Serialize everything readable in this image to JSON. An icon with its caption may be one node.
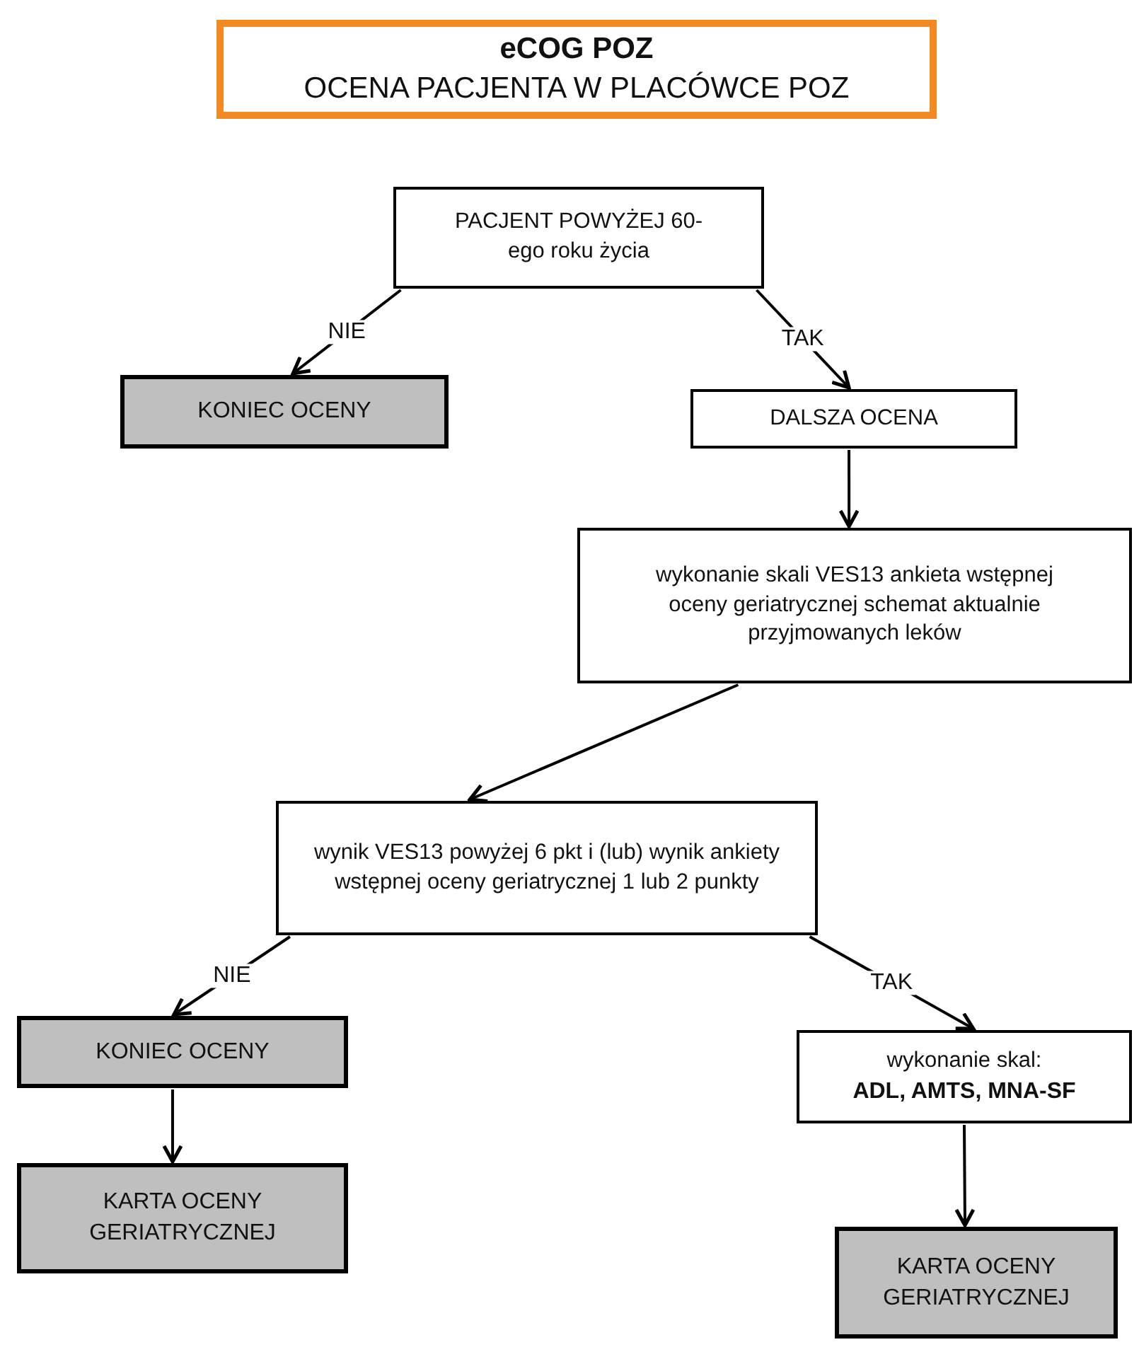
{
  "diagram": {
    "nodes": [
      {
        "text": [
          "eCOG POZ",
          "OCENA PACJENTA W PLACÓWCE POZ"
        ]
      },
      {
        "text": [
          "PACJENT POWYŻEJ 60-ego roku życia"
        ]
      },
      {
        "text": [
          "KONIEC OCENY"
        ]
      },
      {
        "text": [
          "DALSZA OCENA"
        ]
      },
      {
        "text": [
          "wykonanie skali VES13 ankieta wstępnej oceny geriatrycznej schemat aktualnie przyjmowanych leków"
        ]
      },
      {
        "text": [
          "wynik VES13 powyżej 6 pkt i (lub) wynik ankiety wstępnej oceny geriatrycznej 1 lub 2 punkty"
        ]
      },
      {
        "text": [
          "KONIEC OCENY"
        ]
      },
      {
        "text": [
          "KARTA OCENY GERIATRYCZNEJ"
        ]
      },
      {
        "text": [
          "wykonanie skal: **ADL, AMTS, MNA-SF**"
        ]
      },
      {
        "text": [
          "KARTA OCENY GERIATRYCZNEJ"
        ]
      }
    ],
    "edges": [
      {
        "from": 1,
        "to": 2,
        "arrow": "to",
        "label": "NIE"
      },
      {
        "from": 1,
        "to": 3,
        "arrow": "to",
        "label": "TAK"
      },
      {
        "from": 3,
        "to": 4,
        "arrow": "to"
      },
      {
        "from": 4,
        "to": 5,
        "arrow": "to"
      },
      {
        "from": 5,
        "to": 6,
        "arrow": "to",
        "label": "NIE"
      },
      {
        "from": 5,
        "to": 8,
        "arrow": "to",
        "label": "TAK"
      },
      {
        "from": 6,
        "to": 7,
        "arrow": "to"
      },
      {
        "from": 8,
        "to": 9,
        "arrow": "to"
      }
    ]
  }
}
